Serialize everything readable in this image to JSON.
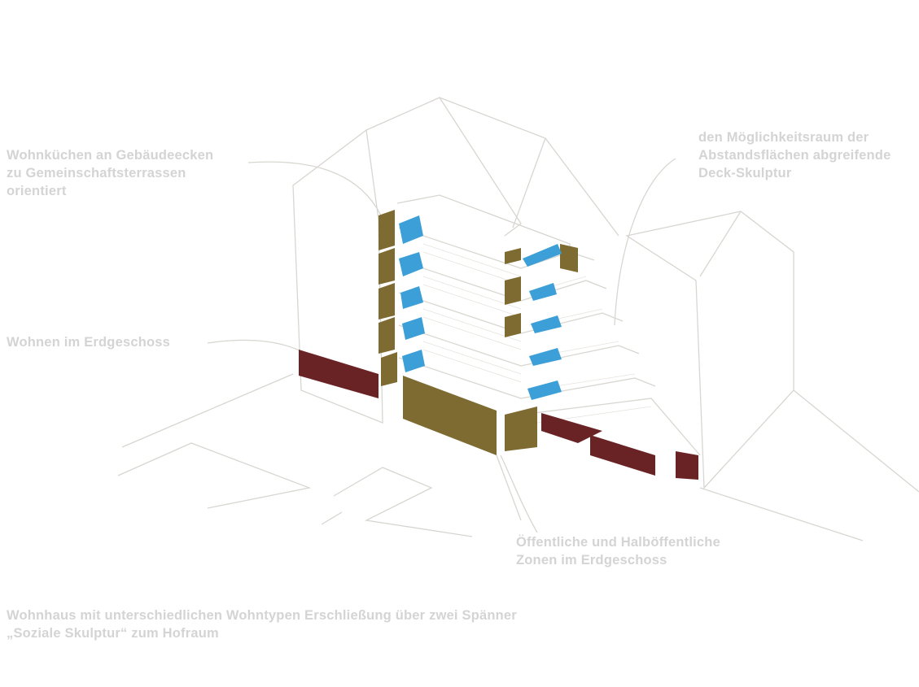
{
  "labels": {
    "kitchens": [
      "Wohnküchen an Gebäudeecken",
      "zu Gemeinschaftsterrassen",
      "orientiert"
    ],
    "deck": [
      "den Möglichkeitsraum der",
      "Abstandsflächen abgreifende",
      "Deck-Skulptur"
    ],
    "ground_living": [
      "Wohnen im Erdgeschoss"
    ],
    "public_zones": [
      "Öffentliche und Halböffentliche",
      "Zonen im Erdgeschoss"
    ],
    "caption": [
      "Wohnhaus mit unterschiedlichen Wohntypen Erschließung über zwei Spänner",
      "„Soziale Skulptur“ zum Hofraum"
    ]
  },
  "colors": {
    "text": "#d4d4d4",
    "line": "#d8d6d0",
    "olive": "#7d6b32",
    "blue": "#3d9fd8",
    "maroon": "#6a2325"
  }
}
